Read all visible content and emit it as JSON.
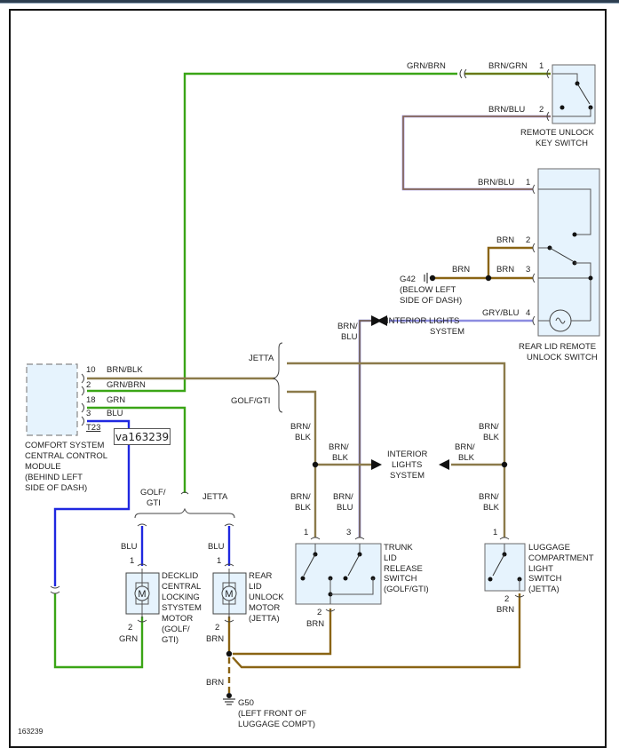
{
  "diagram": {
    "figure_id": "163239",
    "tooltip": "va163239",
    "colors": {
      "grn": "#3aa516",
      "brn": "#7a5a14",
      "blu": "#1f28e0",
      "grn_brn_stripe": "#8a6a2a",
      "brn_blu_stripe": "#7b7ad8",
      "gry_blu": "#8c8ce0",
      "brn_blk": "#8b7a4a",
      "component_fill": "#e6f3fd",
      "component_stroke": "#6a6a6a"
    },
    "components": {
      "remote_unlock_key_switch": {
        "label_line1": "REMOTE UNLOCK",
        "label_line2": "KEY SWITCH",
        "pin1": "1",
        "pin2": "2"
      },
      "rear_lid_remote_unlock_switch": {
        "label_line1": "REAR LID REMOTE",
        "label_line2": "UNLOCK SWITCH",
        "pin1": "1",
        "pin2": "2",
        "pin3": "3",
        "pin4": "4"
      },
      "comfort_module": {
        "label_lines": [
          "COMFORT SYSTEM",
          "CENTRAL CONTROL",
          "MODULE",
          "(BEHIND LEFT",
          "SIDE OF DASH)"
        ],
        "connector": "T23",
        "pins": [
          {
            "pin": "10",
            "wire": "BRN/BLK"
          },
          {
            "pin": "2",
            "wire": "GRN/BRN"
          },
          {
            "pin": "18",
            "wire": "GRN"
          },
          {
            "pin": "3",
            "wire": "BLU"
          }
        ]
      },
      "g42": {
        "name": "G42",
        "loc_line1": "(BELOW LEFT",
        "loc_line2": "SIDE OF DASH)"
      },
      "g50": {
        "name": "G50",
        "loc_line1": "(LEFT FRONT OF",
        "loc_line2": "LUGGAGE COMPT)"
      },
      "trunk_lid_release_switch": {
        "label_lines": [
          "TRUNK",
          "LID",
          "RELEASE",
          "SWITCH",
          "(GOLF/GTI)"
        ],
        "pin1": "1",
        "pin3": "3",
        "pin2": "2"
      },
      "luggage_light_switch": {
        "label_lines": [
          "LUGGAGE",
          "COMPARTMENT",
          "LIGHT",
          "SWITCH",
          "(JETTA)"
        ],
        "pin1": "1",
        "pin2": "2"
      },
      "decklid_motor": {
        "label_lines": [
          "DECKLID",
          "CENTRAL",
          "LOCKING",
          "STYSTEM",
          "MOTOR",
          "(GOLF/",
          "GTI)"
        ],
        "pin1": "1",
        "pin2": "2",
        "symbol": "M"
      },
      "rear_lid_motor": {
        "label_lines": [
          "REAR",
          "LID",
          "UNLOCK",
          "MOTOR",
          "(JETTA)"
        ],
        "pin1": "1",
        "pin2": "2",
        "symbol": "M"
      }
    },
    "wires": {
      "grn_brn": "GRN/BRN",
      "brn_grn": "BRN/GRN",
      "brn_blu": "BRN/BLU",
      "brn": "BRN",
      "gry_blu": "GRY/BLU",
      "brn_slash": "BRN/",
      "blu_line": "BLU",
      "blk_line": "BLK",
      "blu": "BLU",
      "grn": "GRN"
    },
    "labels": {
      "interior_lights_1": "INTERIOR LIGHTS",
      "system": "SYSTEM",
      "interior": "INTERIOR",
      "lights": "LIGHTS",
      "jetta": "JETTA",
      "golf_gti": "GOLF/GTI",
      "golf_slash": "GOLF/",
      "gti": "GTI"
    }
  }
}
